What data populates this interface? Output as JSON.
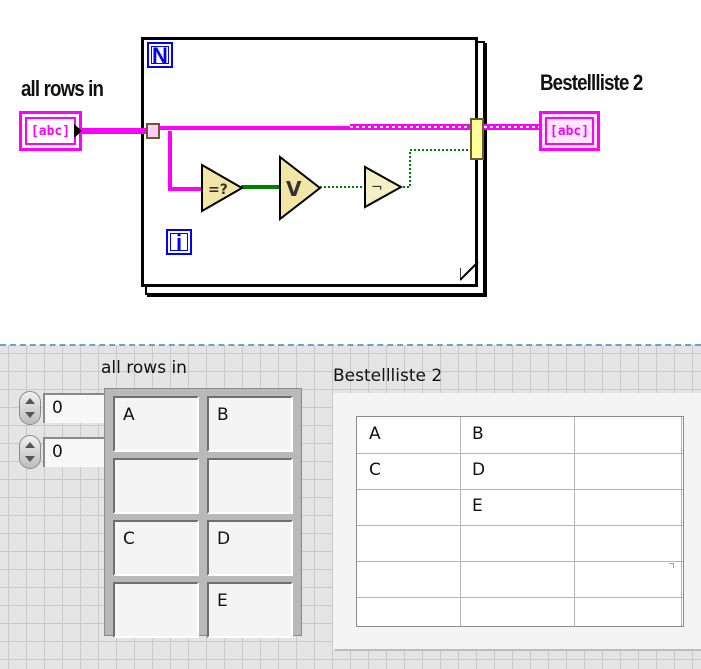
{
  "block_diagram": {
    "input_label": "all rows in",
    "output_label": "Bestellliste 2",
    "input_terminal_text": "[abc]",
    "output_terminal_text": "[abc]",
    "loop_count_glyph": "N",
    "loop_iteration_glyph": "i",
    "nodes": [
      "equal-empty-string-icon",
      "or-array-elements-icon",
      "not-icon"
    ],
    "string_wire_color": "#ff00ff",
    "boolean_wire_color": "#008000"
  },
  "front_panel": {
    "input_array": {
      "label": "all rows in",
      "row_index": "0",
      "column_index": "0",
      "cells": [
        [
          "A",
          "B"
        ],
        [
          "",
          ""
        ],
        [
          "C",
          "D"
        ],
        [
          "",
          "E"
        ]
      ]
    },
    "output_table": {
      "label": "Bestellliste 2",
      "rows": [
        [
          "A",
          "B",
          ""
        ],
        [
          "C",
          "D",
          ""
        ],
        [
          "",
          "E",
          ""
        ],
        [
          "",
          "",
          ""
        ],
        [
          "",
          "",
          ""
        ],
        [
          "",
          "",
          ""
        ]
      ]
    }
  }
}
